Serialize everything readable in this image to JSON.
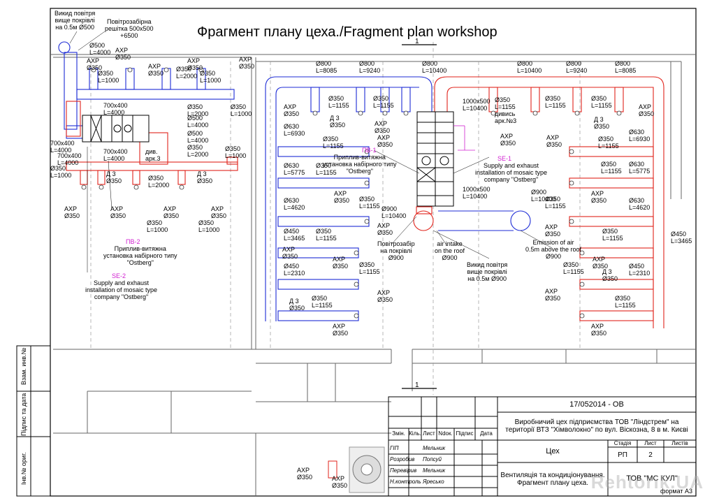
{
  "title": "Фрагмент плану цеха./Fragment plan workshop",
  "section_mark": "1",
  "colors": {
    "supply": "#1c2bd6",
    "exhaust": "#e1231b",
    "magenta": "#d01fd0",
    "line": "#000000"
  },
  "left_labels": {
    "outlet_roof": "Викид повітря\nвище покрівлі\nна 0.5м Ø500",
    "grille": "Повітрозабірна\nрешітка 500х500\n+6500",
    "d500_l4000": "Ø500\nL=4000",
    "axr_350": "AXP\nØ350",
    "d350_l1000": "Ø350\nL=1000",
    "d350_l2000": "Ø350\nL=2000",
    "d500_l4000b": "Ø500\nL=4000",
    "duct_700": "700х400\nL=4000",
    "div_ark3": "див.\nарк.3",
    "dz_350": "Д 3\nØ350",
    "pv2": "ПВ-2",
    "pv2_desc": "Приплив-витяжна\nустановка набірного типу\n\"Ostberg\"",
    "se2": "SE-2",
    "se2_desc": "Supply and exhaust\ninstallation of mosaic type\ncompany \"Ostberg\""
  },
  "center_labels": {
    "d800_8085": "Ø800\nL=8085",
    "d800_9240": "Ø800\nL=9240",
    "d800_10400": "Ø800\nL=10400",
    "d630_6930": "Ø630\nL=6930",
    "d350_1155": "Ø350\nL=1155",
    "d630_5775": "Ø630\nL=5775",
    "d630_4620": "Ø630\nL=4620",
    "d450_3465": "Ø450\nL=3465",
    "d450_2310": "Ø450\nL=2310",
    "d900_10400": "Ø900\nL=10400",
    "pv1": "ПВ-1",
    "pv1_desc": "Приплив-витяжна\nустановка набірного типу\n\"Ostberg\"",
    "intake_ua": "Повітрозабір\nна покрівлі\nØ900",
    "intake_en": "air intake\non the roof\nØ900",
    "box_1000": "1000х500\nL=10400",
    "div_ark": "Ø350\nL=1155\nдивись\nарк.№3",
    "se1": "SE-1",
    "se1_desc": "Supply and exhaust\ninstallation of mosaic type\ncompany \"Ostberg\"",
    "emission": "Emission of air\n0.5m above the roof\nØ900",
    "outlet_ua": "Викид повітря\nвище покрівлі\nна 0.5м Ø900"
  },
  "title_block": {
    "doc_code": "17/052014 - ОВ",
    "project": "Виробничий цех підприємства ТОВ \"Ліндстрем\" на території ВТЗ \"Хімволокно\" по вул. Віскозна, 8 в м. Києві",
    "header_cols": [
      "Змін.",
      "Кіль.",
      "Лист",
      "Ndок.",
      "Підпис",
      "Дата"
    ],
    "section": "Цех",
    "stage_header": [
      "Стадія",
      "Лист",
      "Листів"
    ],
    "stage_values": [
      "РП",
      "2",
      ""
    ],
    "sheet_name": "Вентиляція та кондиціонування.\nФрагмент плану цеха.",
    "company": "ТОВ \"МС КУЛ\"",
    "roles": [
      {
        "role": "ГІП",
        "name": "Мельник"
      },
      {
        "role": "Розробив",
        "name": "Попсуй"
      },
      {
        "role": "Перевірив",
        "name": "Мельник"
      },
      {
        "role": "Н.контроль",
        "name": "Яресько"
      }
    ],
    "side_stamps": [
      "Взам. инв.№",
      "Підпис та дата",
      "Інв.№ ориг."
    ],
    "legend_axr": "AXP\nØ350",
    "format": "формат А3",
    "watermark": "Rehtorik.UA"
  }
}
